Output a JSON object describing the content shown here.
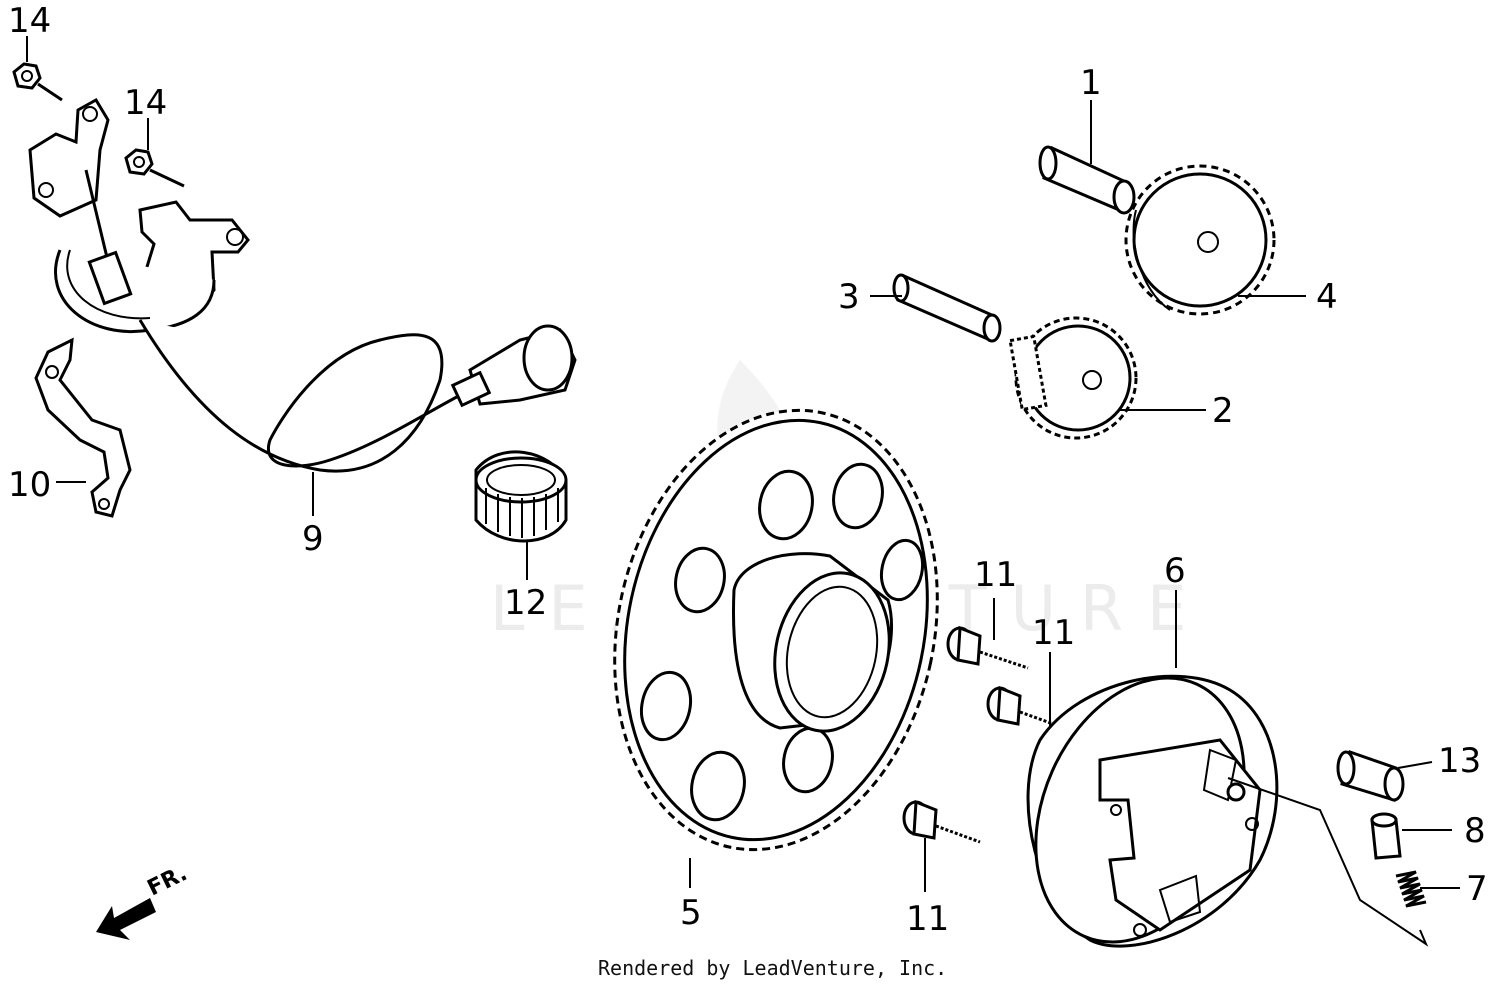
{
  "callouts": [
    {
      "id": "1",
      "label": "1"
    },
    {
      "id": "2",
      "label": "2"
    },
    {
      "id": "3",
      "label": "3"
    },
    {
      "id": "4",
      "label": "4"
    },
    {
      "id": "5",
      "label": "5"
    },
    {
      "id": "6",
      "label": "6"
    },
    {
      "id": "7",
      "label": "7"
    },
    {
      "id": "8",
      "label": "8"
    },
    {
      "id": "9",
      "label": "9"
    },
    {
      "id": "10",
      "label": "10"
    },
    {
      "id": "11a",
      "label": "11"
    },
    {
      "id": "11b",
      "label": "11"
    },
    {
      "id": "11c",
      "label": "11"
    },
    {
      "id": "12",
      "label": "12"
    },
    {
      "id": "13",
      "label": "13"
    },
    {
      "id": "14a",
      "label": "14"
    },
    {
      "id": "14b",
      "label": "14"
    }
  ],
  "direction_label": "FR.",
  "watermark": "LEADVENTURE",
  "footer": "Rendered by LeadVenture, Inc."
}
